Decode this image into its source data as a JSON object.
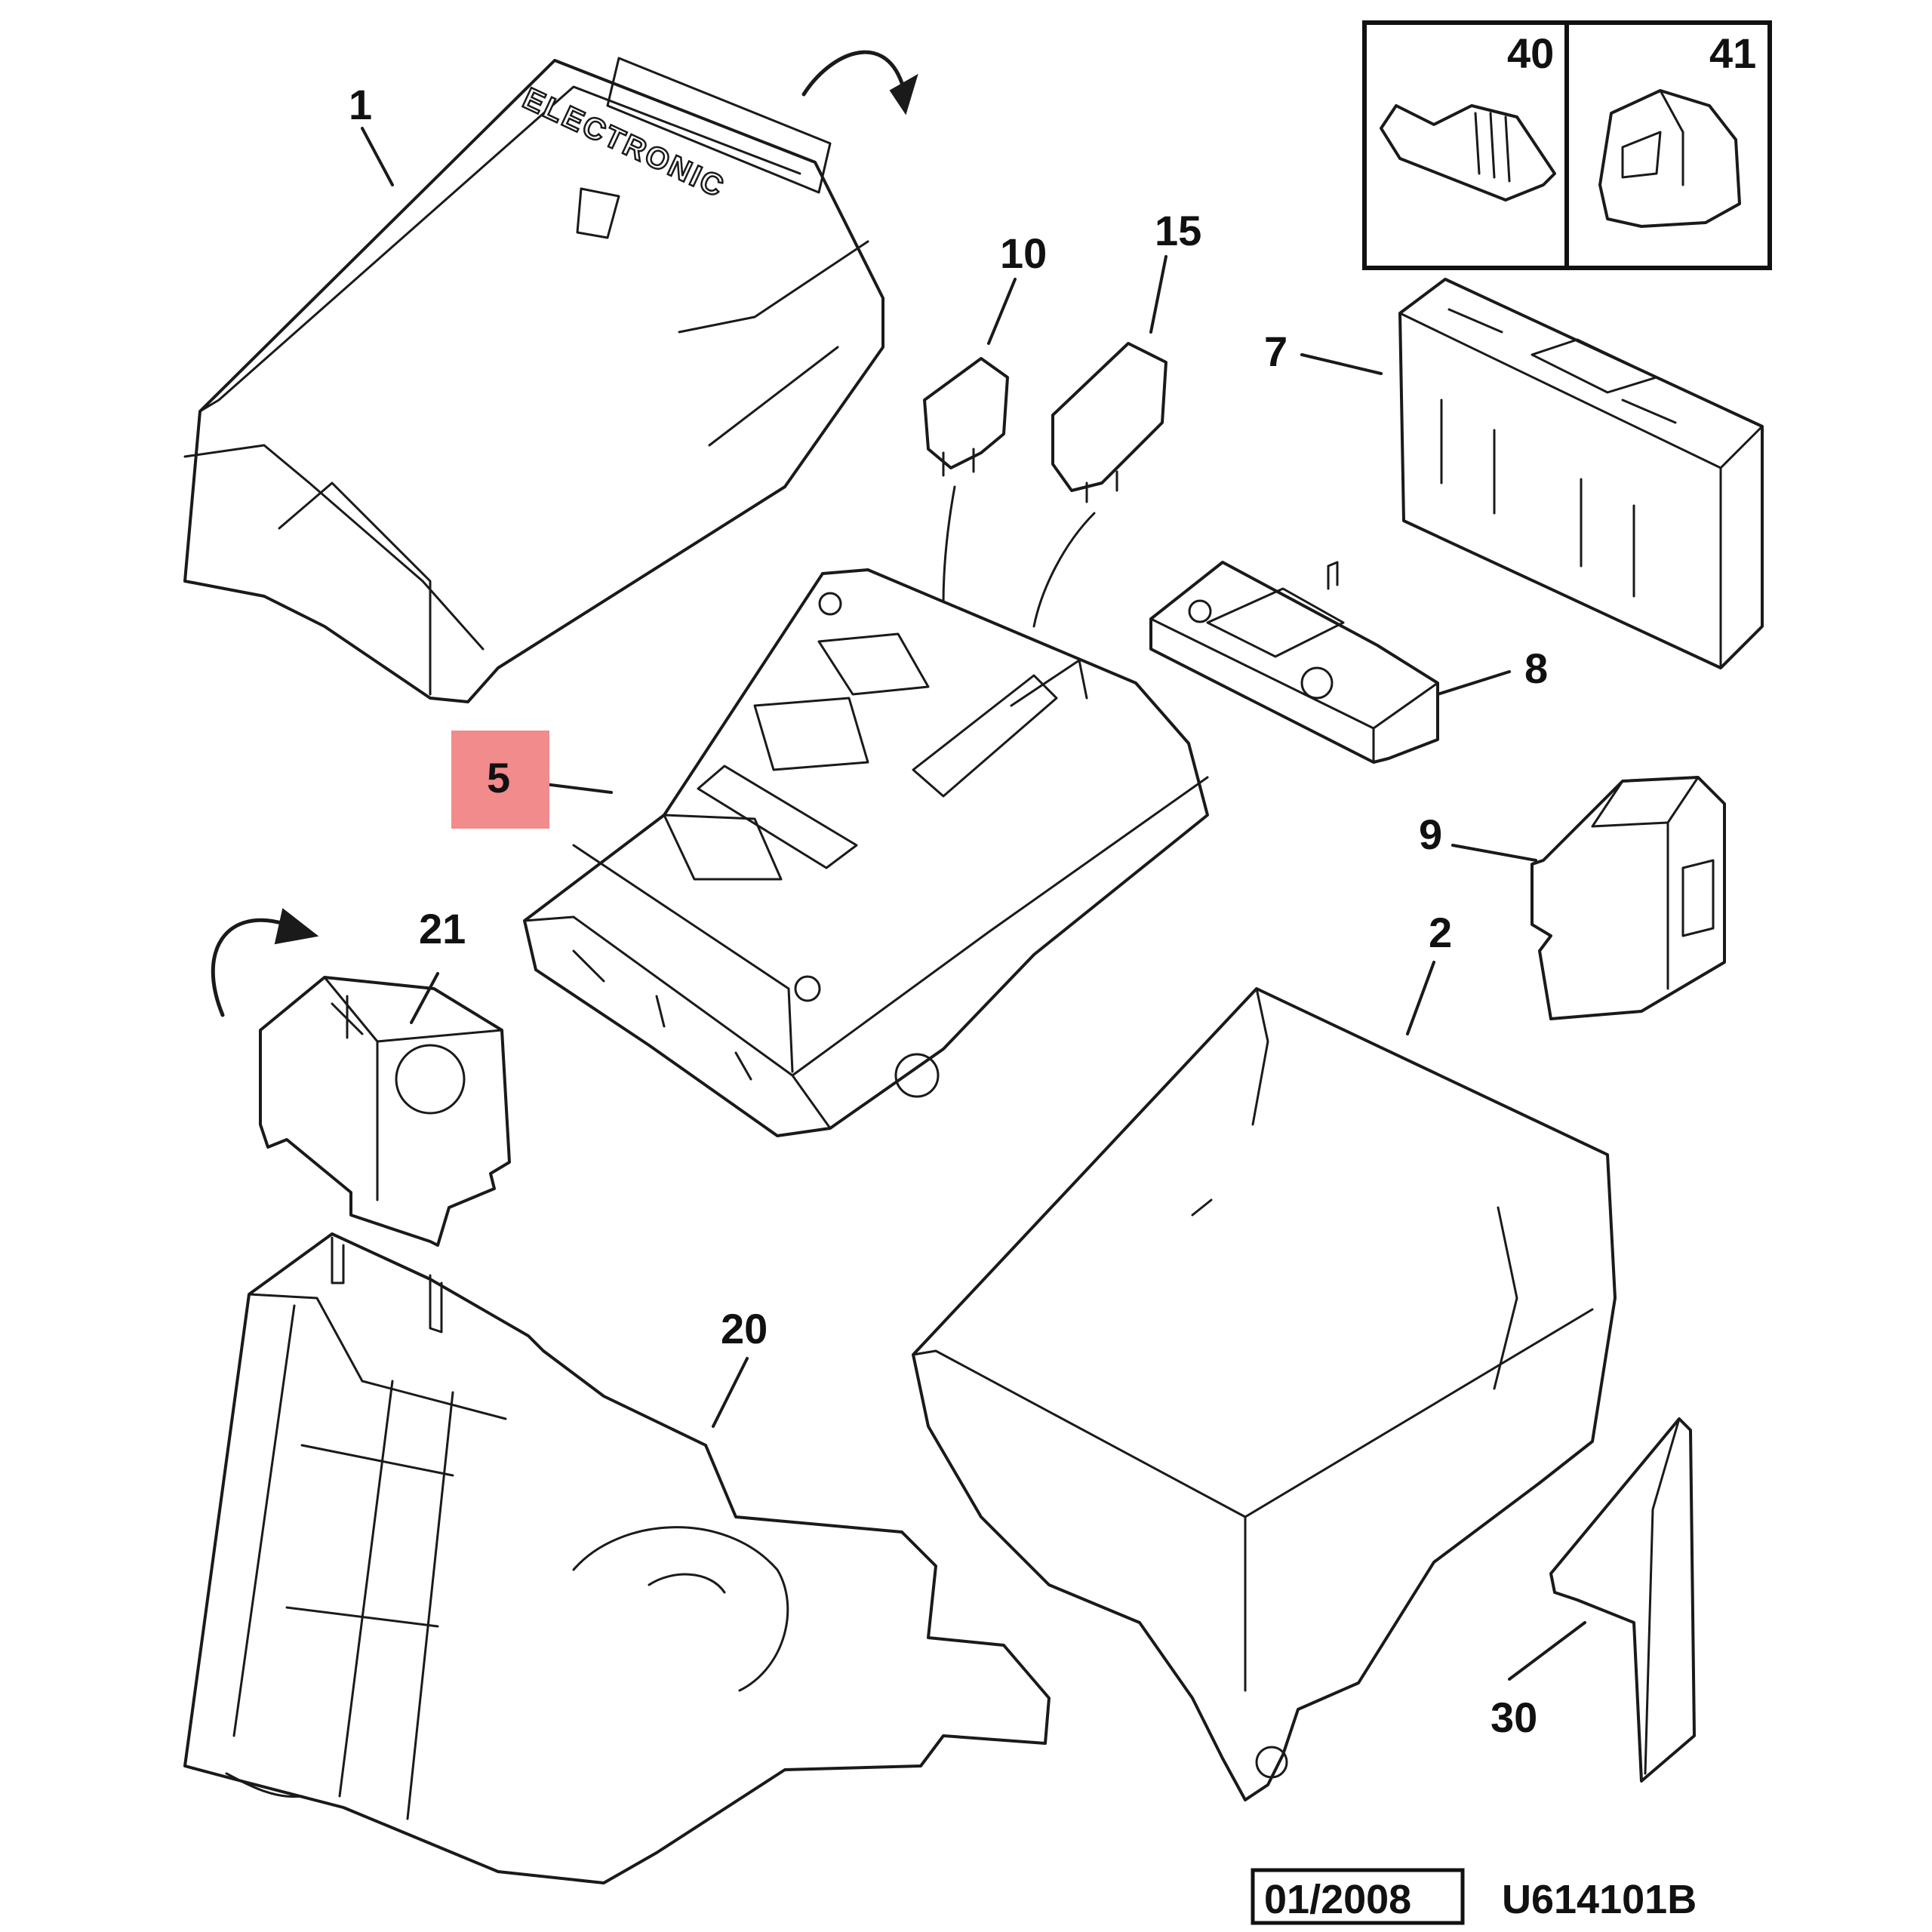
{
  "diagram": {
    "callouts": {
      "p1": "1",
      "p2": "2",
      "p5": "5",
      "p7": "7",
      "p8": "8",
      "p9": "9",
      "p10": "10",
      "p15": "15",
      "p20": "20",
      "p21": "21",
      "p30": "30",
      "p40": "40",
      "p41": "41"
    },
    "cover_embossed_text": "ELECTRONIC",
    "highlight_color": "#f28b8b"
  },
  "footer": {
    "date": "01/2008",
    "reference": "U614101B"
  }
}
